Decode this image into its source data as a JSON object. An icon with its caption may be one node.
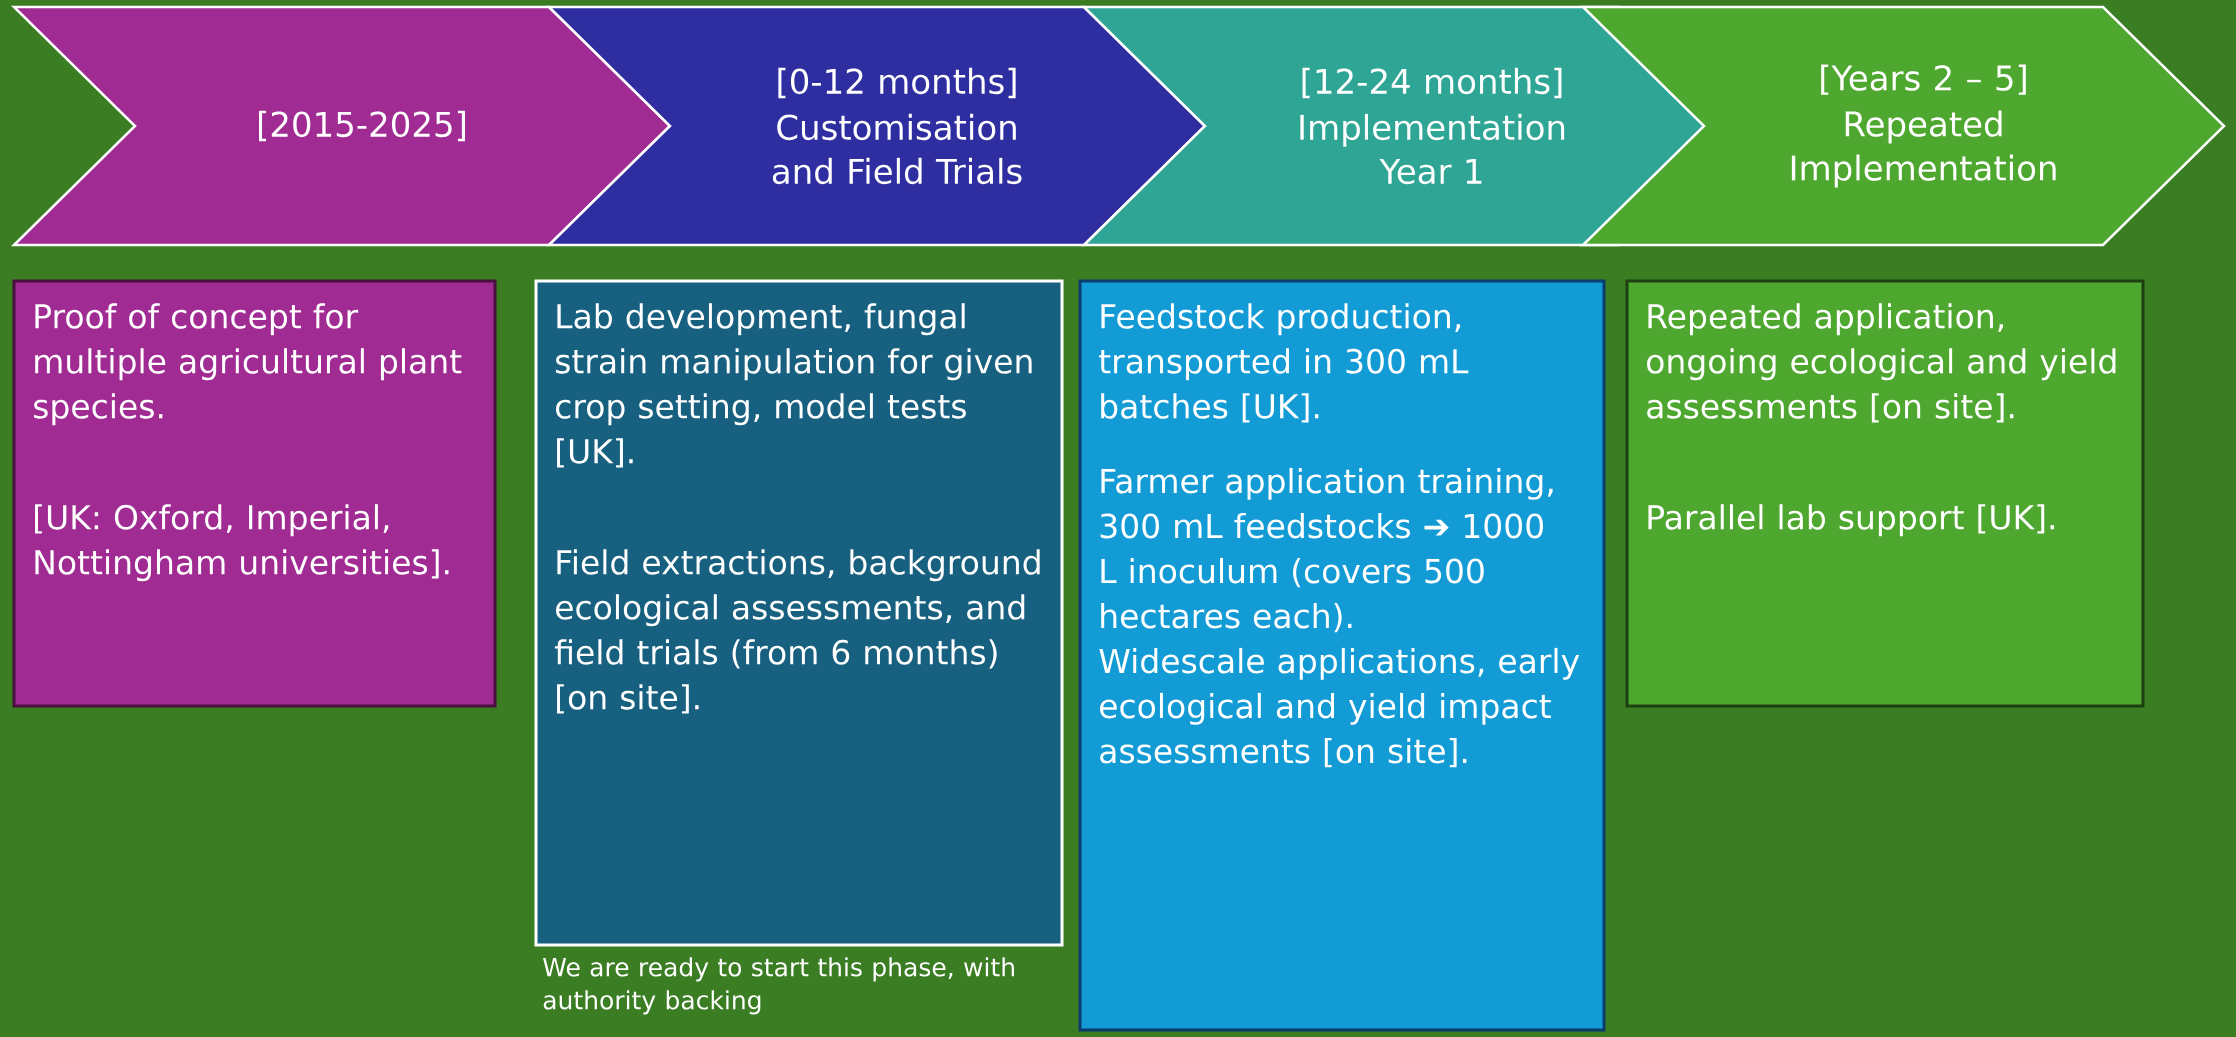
{
  "diagram": {
    "nodes": [
      {
        "text": [
          "[2015-2025]"
        ]
      },
      {
        "text": [
          "[0-12 months]",
          "Customisation and Field Trials"
        ]
      },
      {
        "text": [
          "[12-24 months]",
          "Implementation Year 1"
        ]
      },
      {
        "text": [
          "[Years 2 – 5]",
          "Repeated Implementation"
        ]
      },
      {
        "text": [
          "Proof of concept for multiple agricultural plant species.",
          "[UK: Oxford, Imperial, Nottingham universities]."
        ]
      },
      {
        "text": [
          "Lab development, fungal strain manipulation for given crop setting, model tests [UK].",
          "Field extractions, background ecological assessments, and field trials (from 6 months) [on site]."
        ],
        "beside": [
          "We are ready to start this phase, with authority backing"
        ]
      },
      {
        "text": [
          "Feedstock production, transported in 300 mL batches [UK].",
          "Farmer application training,  300 mL feedstocks ➔ 1000 L inoculum (covers 500 hectares each).",
          "Widescale applications, early ecological and yield impact assessments [on site]."
        ]
      },
      {
        "text": [
          "Repeated application, ongoing ecological and yield assessments [on site].",
          "Parallel lab support [UK]."
        ]
      }
    ]
  }
}
